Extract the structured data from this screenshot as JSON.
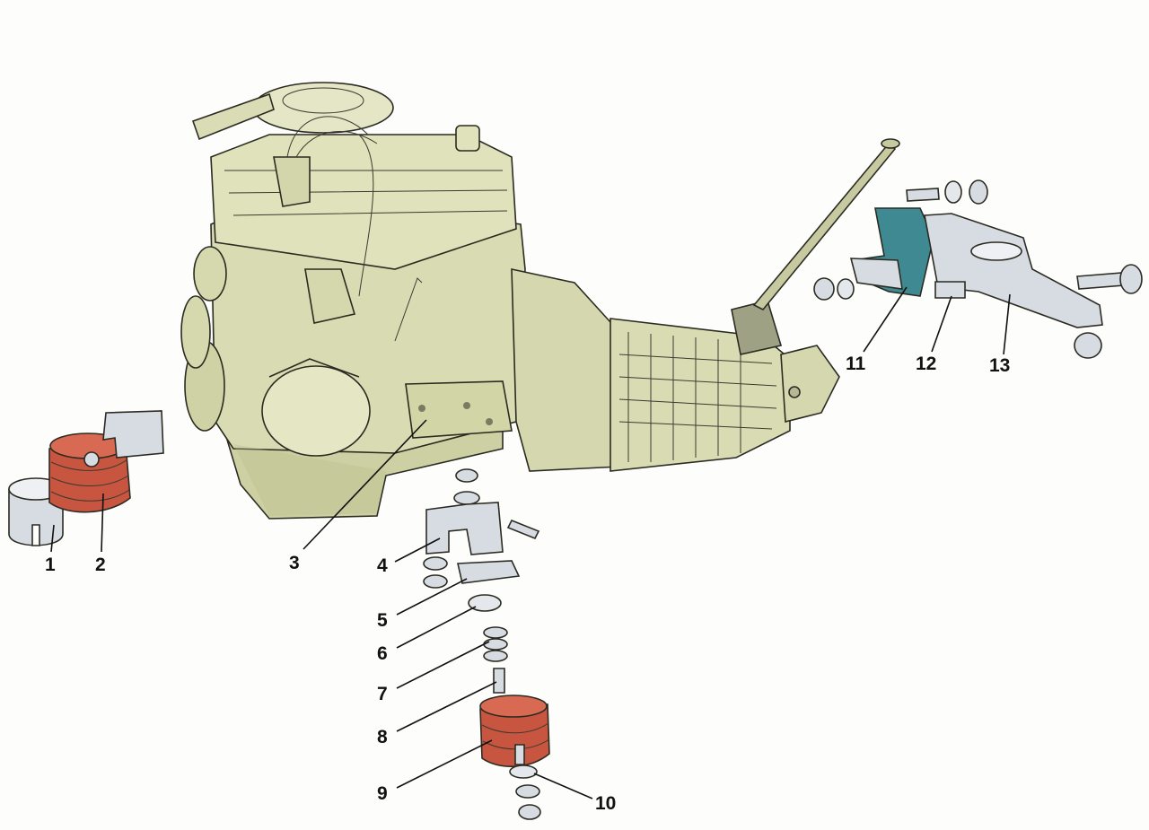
{
  "callouts": [
    {
      "number": "1"
    },
    {
      "number": "2"
    },
    {
      "number": "3"
    },
    {
      "number": "4"
    },
    {
      "number": "5"
    },
    {
      "number": "6"
    },
    {
      "number": "7"
    },
    {
      "number": "8"
    },
    {
      "number": "9"
    },
    {
      "number": "10"
    },
    {
      "number": "11"
    },
    {
      "number": "12"
    },
    {
      "number": "13"
    }
  ],
  "colors": {
    "engine_body": "#d9dcb2",
    "engine_shadow": "#b9bd8d",
    "rubber_cushion": "#c8553f",
    "bracket_teal": "#3f8a92",
    "metal_part": "#d7dbe2",
    "outline": "#2b2b22"
  }
}
